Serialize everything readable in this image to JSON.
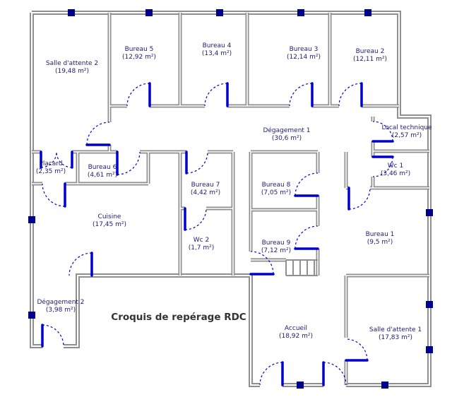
{
  "title": "Croquis de repérage RDC",
  "colors": {
    "wall": "#8f8f8f",
    "door": "#0000cc",
    "window_marker": "#00008b",
    "label_text": "#1c1c78"
  },
  "rooms": [
    {
      "id": "salle-attente-2",
      "name": "Salle d'attente 2",
      "area": "(19,48 m²)"
    },
    {
      "id": "bureau-5",
      "name": "Bureau 5",
      "area": "(12,92 m²)"
    },
    {
      "id": "bureau-4",
      "name": "Bureau 4",
      "area": "(13,4 m²)"
    },
    {
      "id": "bureau-3",
      "name": "Bureau 3",
      "area": "(12,14 m²)"
    },
    {
      "id": "bureau-2",
      "name": "Bureau 2",
      "area": "(12,11 m²)"
    },
    {
      "id": "degagement-1",
      "name": "Dégagement 1",
      "area": "(30,6 m²)"
    },
    {
      "id": "local-technique",
      "name": "Local technique",
      "area": "(2,57 m²)"
    },
    {
      "id": "wc-1",
      "name": "Wc 1",
      "area": "(3,46 m²)"
    },
    {
      "id": "placard",
      "name": "Placard",
      "area": "(2,35 m²)"
    },
    {
      "id": "bureau-6",
      "name": "Bureau 6",
      "area": "(4,61 m²)"
    },
    {
      "id": "bureau-7",
      "name": "Bureau 7",
      "area": "(4,42 m²)"
    },
    {
      "id": "bureau-8",
      "name": "Bureau 8",
      "area": "(7,05 m²)"
    },
    {
      "id": "cuisine",
      "name": "Cuisine",
      "area": "(17,45 m²)"
    },
    {
      "id": "wc-2",
      "name": "Wc 2",
      "area": "(1,7 m²)"
    },
    {
      "id": "bureau-9",
      "name": "Bureau 9",
      "area": "(7,12 m²)"
    },
    {
      "id": "bureau-1",
      "name": "Bureau 1",
      "area": "(9,5 m²)"
    },
    {
      "id": "degagement-2",
      "name": "Dégagement 2",
      "area": "(3,98 m²)"
    },
    {
      "id": "accueil",
      "name": "Accueil",
      "area": "(18,92 m²)"
    },
    {
      "id": "salle-attente-1",
      "name": "Salle d'attente 1",
      "area": "(17,83 m²)"
    }
  ]
}
